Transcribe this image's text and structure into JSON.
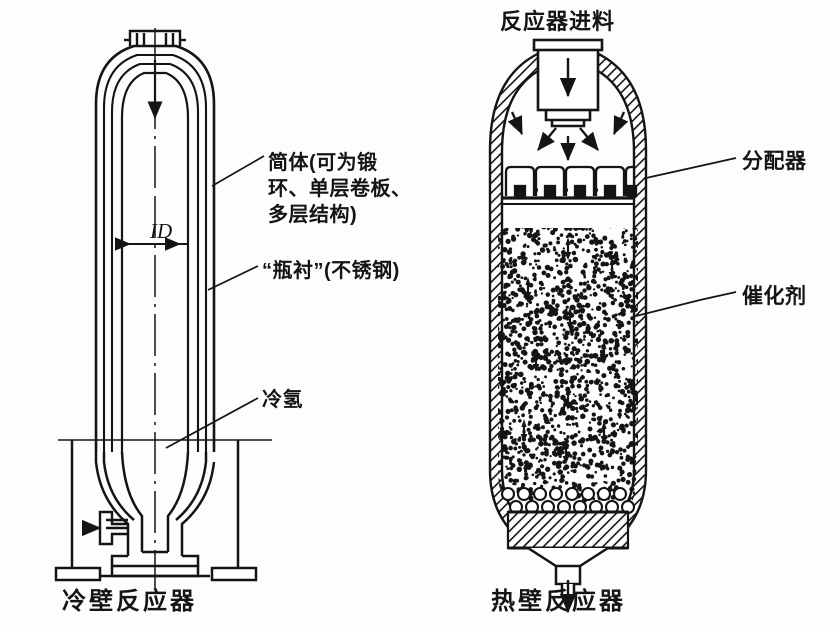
{
  "diagram": {
    "title_implicit": "",
    "background_color": "#fdfdfc",
    "ink_color": "#141414"
  },
  "left_reactor": {
    "caption": "冷壁反应器",
    "dimension_label": "ID",
    "annotations": [
      {
        "id": "shell",
        "text": "简体(可为锻\n环、单层卷板、\n多层结构)"
      },
      {
        "id": "liner",
        "text": "“瓶衬”(不锈钢)"
      },
      {
        "id": "cold-hydrogen",
        "text": "冷氢"
      }
    ]
  },
  "right_reactor": {
    "caption": "热壁反应器",
    "annotations": [
      {
        "id": "feed",
        "text": "反应器进料"
      },
      {
        "id": "distributor",
        "text": "分配器"
      },
      {
        "id": "catalyst",
        "text": "催化剂"
      }
    ]
  }
}
